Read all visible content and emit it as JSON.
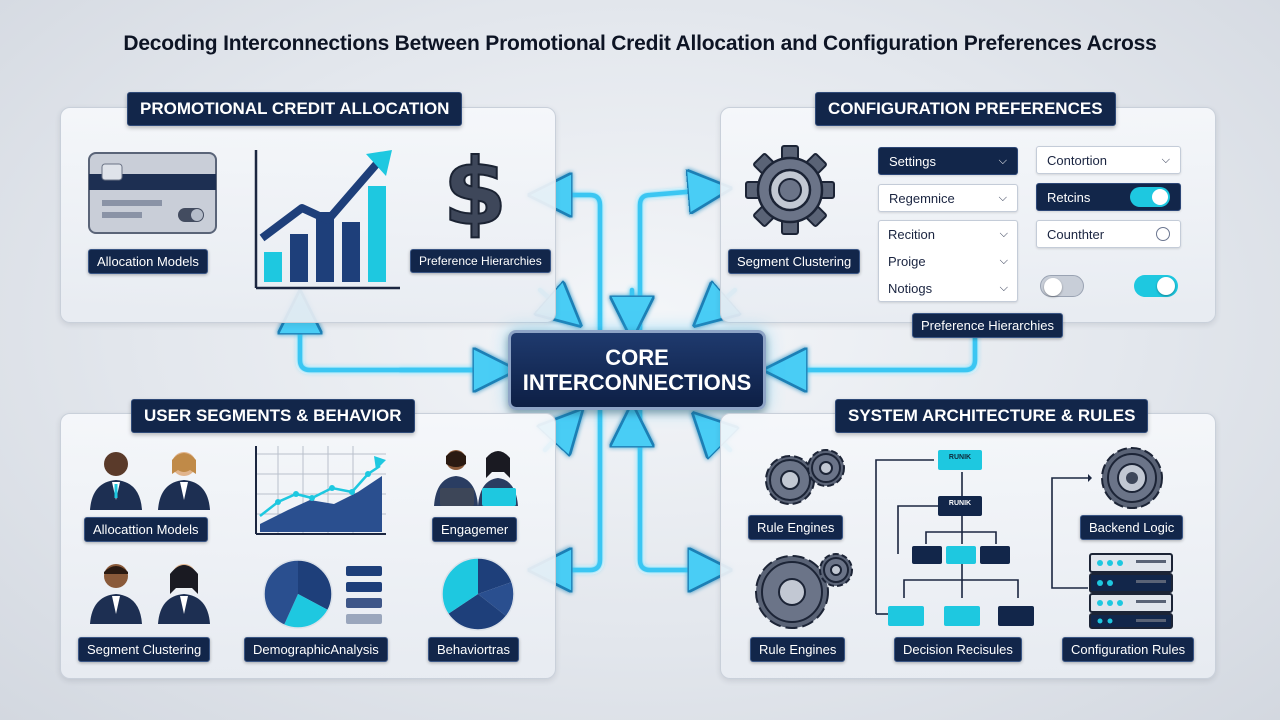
{
  "title": "Decoding Interconnections Between Promotional Credit Allocation and Configuration Preferences Across",
  "core": {
    "line1": "CORE",
    "line2": "INTERCONNECTIONS"
  },
  "panels": {
    "promo": {
      "header": "PROMOTIONAL CREDIT ALLOCATION",
      "labels": [
        "Allocation Models",
        "Preference Hierarchies"
      ]
    },
    "config": {
      "header": "CONFIGURATION PREFERENCES",
      "segment_label": "Segment Clustering",
      "bottom_label": "Preference Hierarchies",
      "settings_left": [
        {
          "label": "Settings",
          "style": "dark"
        },
        {
          "label": "Regemnice",
          "style": "light"
        },
        {
          "label": "Recition",
          "style": "light"
        },
        {
          "label": "Proige",
          "style": "light"
        },
        {
          "label": "Notiogs",
          "style": "light"
        }
      ],
      "settings_right": [
        {
          "label": "Contortion",
          "control": "chevron"
        },
        {
          "label": "Retcins",
          "control": "toggle-on"
        },
        {
          "label": "Counthter",
          "control": "radio"
        }
      ]
    },
    "users": {
      "header": "USER SEGMENTS & BEHAVIOR",
      "labels": [
        "Allocattion Models",
        "Engagemer",
        "Segment Clustering",
        "DemographicAnalysis",
        "Behaviortras"
      ]
    },
    "system": {
      "header": "SYSTEM ARCHITECTURE & RULES",
      "labels": [
        "Rule Engines",
        "Rule Engines",
        "Decision Recisules",
        "Backend Logic",
        "Configuration Rules"
      ],
      "flow_nodes": [
        "RUNIK",
        "RUNIK"
      ]
    }
  },
  "colors": {
    "navy": "#12264a",
    "cyan": "#1ec8e0",
    "arrow": "#3bc6f2",
    "blue_bar": "#1e3f7a"
  }
}
